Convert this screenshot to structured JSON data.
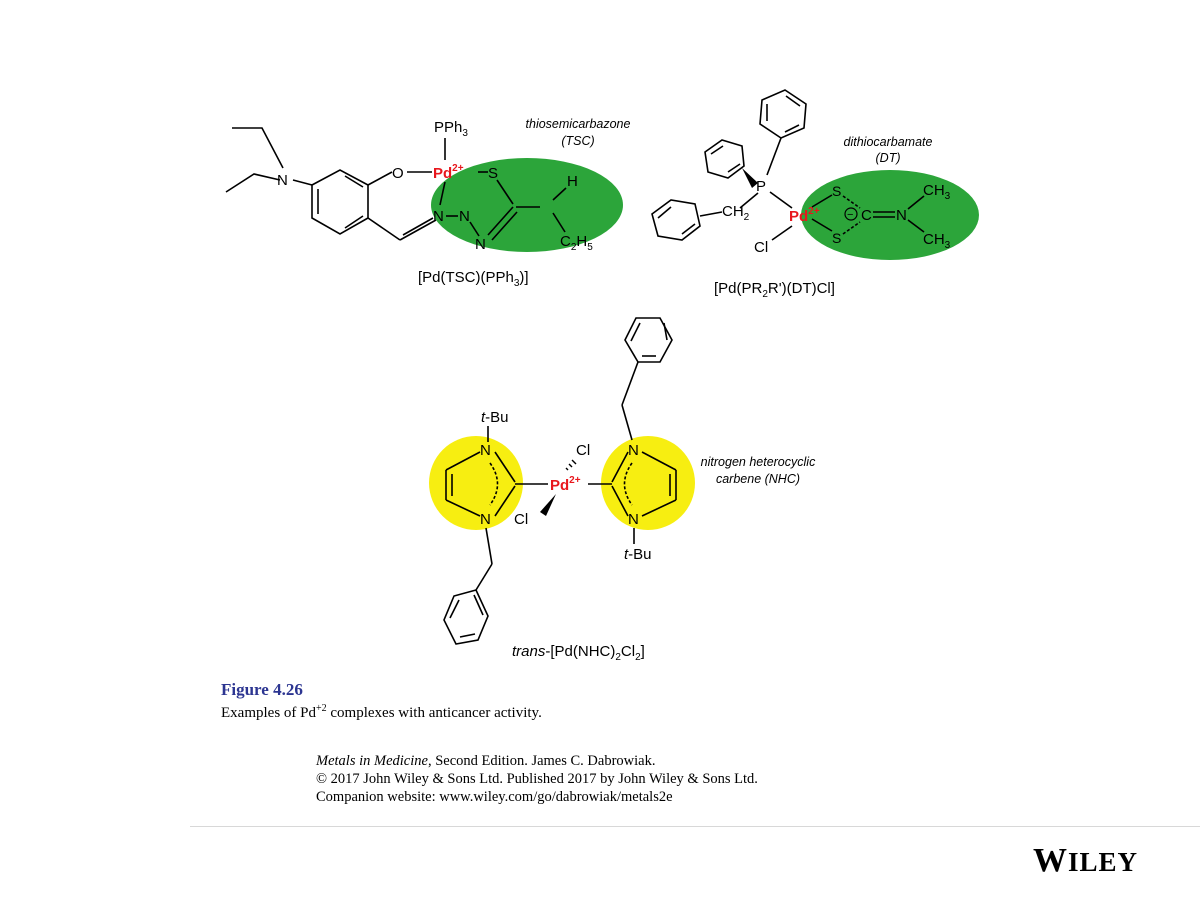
{
  "figure": {
    "molecule1": {
      "title_base": "[Pd(TSC)(PPh",
      "title_sub": "3",
      "title_end": ")]",
      "group_label_line1": "thiosemicarbazone",
      "group_label_line2": "(TSC)",
      "atoms": {
        "N_amine": "N",
        "O": "O",
        "PPh3_base": "PPh",
        "PPh3_sub": "3",
        "metal": "Pd",
        "charge": "2+",
        "S": "S",
        "N1": "N",
        "N2": "N",
        "N3": "N",
        "H": "H",
        "C2H5_c": "C",
        "C2H5_2": "2",
        "C2H5_h": "H",
        "C2H5_5": "5"
      }
    },
    "molecule2": {
      "title_base": "[Pd(PR",
      "title_sub": "2",
      "title_end": "R')(DT)Cl]",
      "group_label_line1": "dithiocarbamate",
      "group_label_line2": "(DT)",
      "atoms": {
        "P": "P",
        "CH2_base": "CH",
        "CH2_sub": "2",
        "metal": "Pd",
        "charge": "2+",
        "Cl": "Cl",
        "S_top": "S",
        "S_bot": "S",
        "C": "C",
        "N": "N",
        "minus": "−",
        "CH3_top_base": "CH",
        "CH3_top_sub": "3",
        "CH3_bot_base": "CH",
        "CH3_bot_sub": "3"
      }
    },
    "molecule3": {
      "title_prefix": "trans",
      "title_base": "-[Pd(NHC)",
      "title_sub1": "2",
      "title_mid": "Cl",
      "title_sub2": "2",
      "title_end": "]",
      "group_label_line1": "nitrogen heterocyclic",
      "group_label_line2": "carbene (NHC)",
      "atoms": {
        "tBu_top_t": "t",
        "tBu_top_rest": "-Bu",
        "tBu_bot_t": "t",
        "tBu_bot_rest": "-Bu",
        "N_left_top": "N",
        "N_left_bot": "N",
        "N_right_top": "N",
        "N_right_bot": "N",
        "metal": "Pd",
        "charge": "2+",
        "Cl_top": "Cl",
        "Cl_bot": "Cl"
      }
    },
    "colors": {
      "green_highlight": "#2ca53a",
      "yellow_highlight": "#f7ee11",
      "metal_red": "#e8171d",
      "figure_number_blue": "#2c3591"
    }
  },
  "caption": {
    "figure_number": "Figure 4.26",
    "text_before": "Examples of Pd",
    "superscript": "+2",
    "text_after": " complexes with anticancer activity."
  },
  "citation": {
    "book_title": "Metals in Medicine",
    "line1_rest": ", Second Edition. James C. Dabrowiak.",
    "line2": "© 2017 John Wiley & Sons Ltd. Published 2017 by John Wiley & Sons Ltd.",
    "line3": "Companion website: www.wiley.com/go/dabrowiak/metals2e"
  },
  "logo": {
    "first_letter": "W",
    "rest": "ILEY"
  }
}
